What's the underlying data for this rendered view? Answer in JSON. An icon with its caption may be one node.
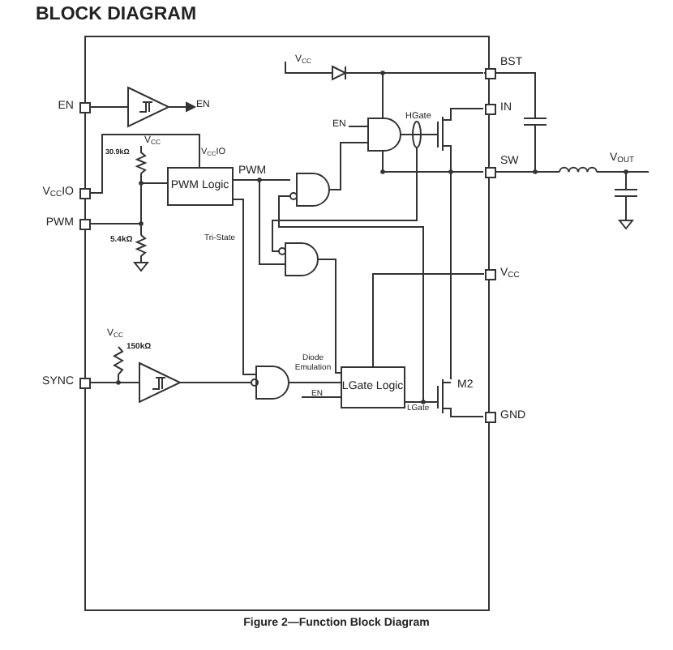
{
  "diagram": {
    "title": "BLOCK DIAGRAM",
    "caption": "Figure 2—Function Block Diagram",
    "nodes": [
      {
        "text": [],
        "shape": "box"
      },
      {
        "text": [
          "EN"
        ]
      },
      {
        "text": [
          "V$_{CC}$IO"
        ]
      },
      {
        "text": [
          "PWM"
        ]
      },
      {
        "text": [
          "SYNC"
        ]
      },
      {
        "text": [
          "BST"
        ]
      },
      {
        "text": [
          "IN"
        ]
      },
      {
        "text": [
          "SW"
        ]
      },
      {
        "text": [
          "V$_{CC}$"
        ]
      },
      {
        "text": [
          "GND"
        ]
      },
      {
        "text": [
          "PWM Logic"
        ],
        "in": 0
      },
      {
        "text": [
          "LGate Logic"
        ],
        "in": 0
      }
    ],
    "edges": [
      {
        "from": 2,
        "to": 10,
        "arrow": "none"
      },
      {
        "from": 3,
        "to": 10,
        "arrow": "none"
      },
      {
        "from": 5,
        "to": 7,
        "arrow": "none"
      },
      {
        "from": 8,
        "to": 11,
        "arrow": "none"
      }
    ],
    "labels": [
      "EN",
      "V$_{CC}$",
      "EN",
      "HGate",
      "30.9kΩ",
      "V$_{CC}$",
      "V$_{CC}$IO",
      "PWM",
      "5.4kΩ",
      "Tri-State",
      "V$_{CC}$",
      "150kΩ",
      "Diode Emulation",
      "EN",
      "LGate",
      "M2",
      "V$_{OUT}$"
    ]
  }
}
